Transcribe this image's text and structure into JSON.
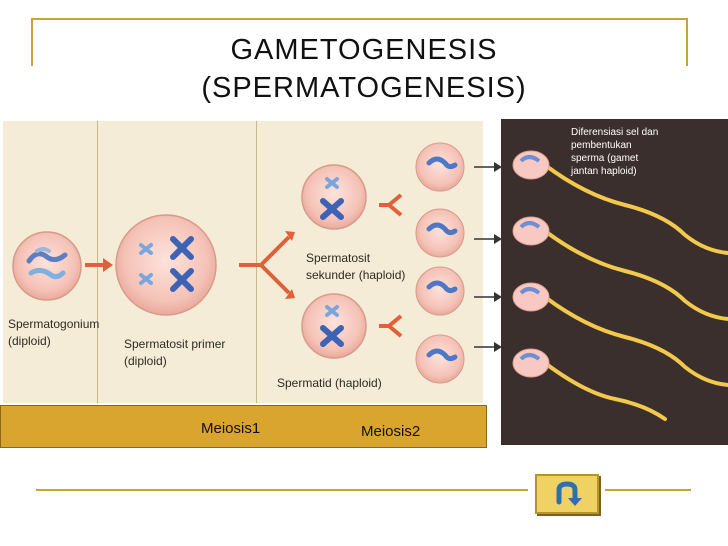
{
  "title": {
    "line1": "GAMETOGENESIS",
    "line2": "(SPERMATOGENESIS)"
  },
  "labels": {
    "spermatogonium": "Spermatogonium\n(diploid)",
    "spermatosit_primer": "Spermatosit primer\n(diploid)",
    "spermatosit_sekunder": "Spermatosit\nsekunder (haploid)",
    "spermatid": "Spermatid (haploid)",
    "diferensiasi": "Diferensiasi sel dan\npembentukan\nsperma (gamet\njantan haploid)"
  },
  "meiosis": {
    "stage1": "Meiosis1",
    "stage2": "Meiosis2"
  },
  "colors": {
    "accent": "#c9a23a",
    "bar": "#d9a52f",
    "panel": "#f4ecd7",
    "dark": "#3a2f2c",
    "cell": "#f7c9c2"
  },
  "icons": {
    "return": "return-arrow-icon"
  }
}
